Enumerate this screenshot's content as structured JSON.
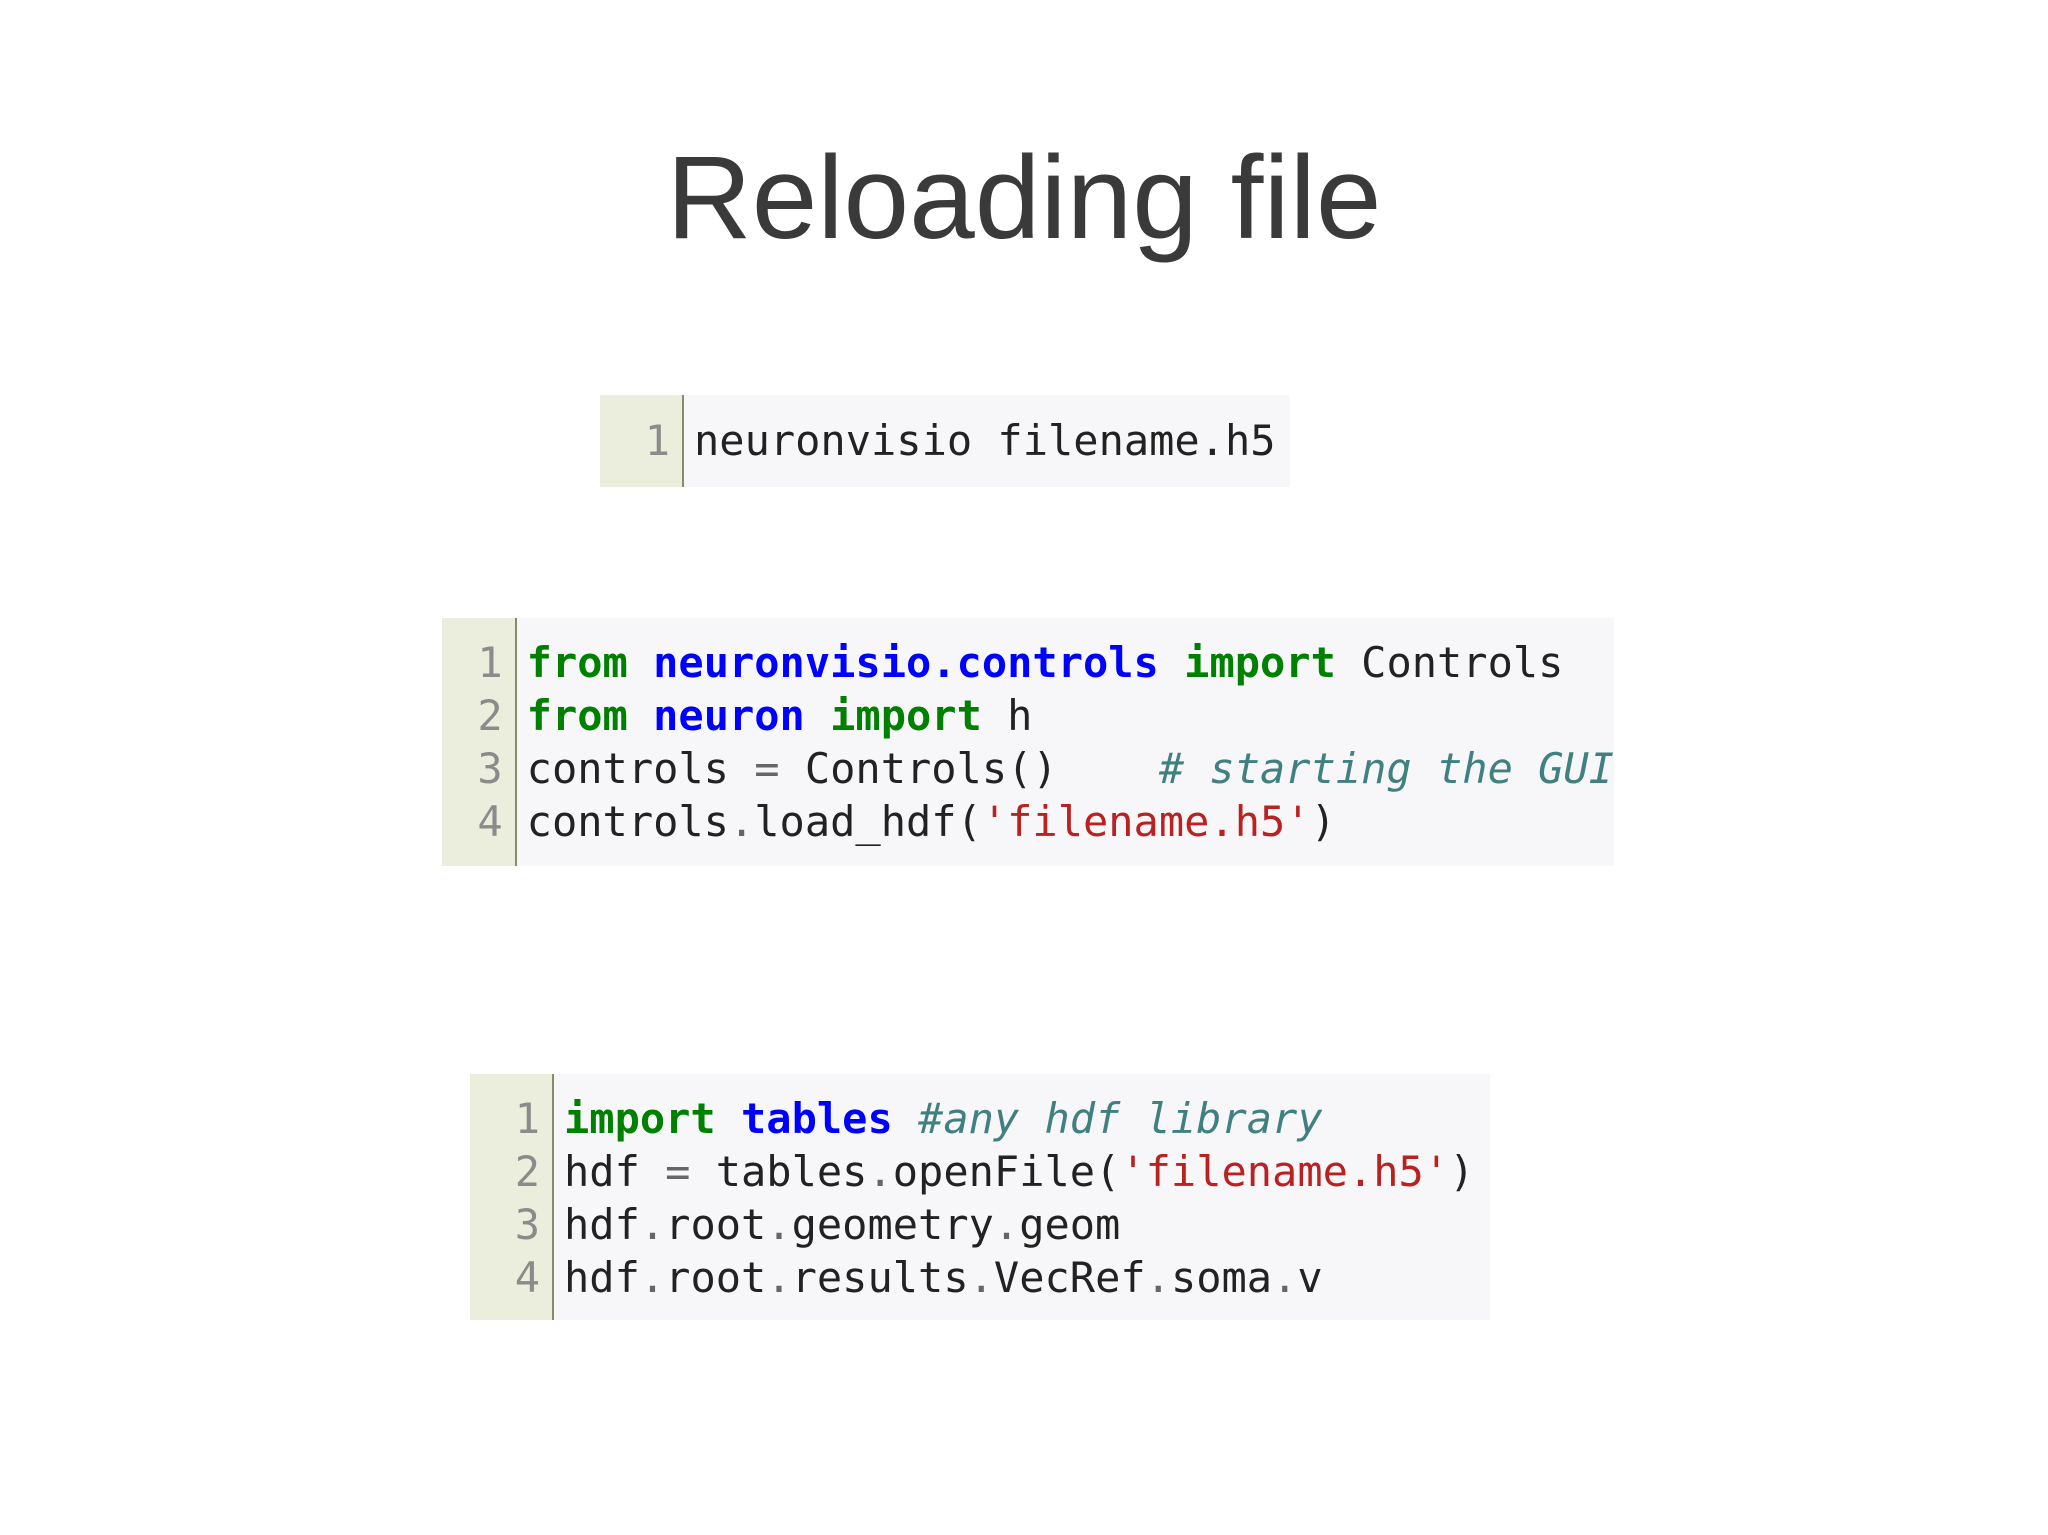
{
  "slide": {
    "title": "Reloading file"
  },
  "blocks": [
    {
      "line_numbers": [
        "1"
      ],
      "lines": [
        [
          {
            "t": "neuronvisio filename.h5",
            "c": "txt"
          }
        ]
      ]
    },
    {
      "line_numbers": [
        "1",
        "2",
        "3",
        "4"
      ],
      "lines": [
        [
          {
            "t": "from",
            "c": "kw"
          },
          {
            "t": " ",
            "c": "txt"
          },
          {
            "t": "neuronvisio.controls",
            "c": "mod"
          },
          {
            "t": " ",
            "c": "txt"
          },
          {
            "t": "import",
            "c": "kw"
          },
          {
            "t": " Controls",
            "c": "txt"
          }
        ],
        [
          {
            "t": "from",
            "c": "kw"
          },
          {
            "t": " ",
            "c": "txt"
          },
          {
            "t": "neuron",
            "c": "mod"
          },
          {
            "t": " ",
            "c": "txt"
          },
          {
            "t": "import",
            "c": "kw"
          },
          {
            "t": " h",
            "c": "txt"
          }
        ],
        [
          {
            "t": "controls ",
            "c": "txt"
          },
          {
            "t": "=",
            "c": "op"
          },
          {
            "t": " Controls()    ",
            "c": "txt"
          },
          {
            "t": "# starting the GUI",
            "c": "com"
          }
        ],
        [
          {
            "t": "controls",
            "c": "txt"
          },
          {
            "t": ".",
            "c": "op"
          },
          {
            "t": "load_hdf(",
            "c": "txt"
          },
          {
            "t": "'filename.h5'",
            "c": "str"
          },
          {
            "t": ")",
            "c": "txt"
          }
        ]
      ]
    },
    {
      "line_numbers": [
        "1",
        "2",
        "3",
        "4"
      ],
      "lines": [
        [
          {
            "t": "import",
            "c": "kw"
          },
          {
            "t": " ",
            "c": "txt"
          },
          {
            "t": "tables",
            "c": "mod"
          },
          {
            "t": " ",
            "c": "txt"
          },
          {
            "t": "#any hdf library",
            "c": "com"
          }
        ],
        [
          {
            "t": "hdf ",
            "c": "txt"
          },
          {
            "t": "=",
            "c": "op"
          },
          {
            "t": " tables",
            "c": "txt"
          },
          {
            "t": ".",
            "c": "op"
          },
          {
            "t": "openFile(",
            "c": "txt"
          },
          {
            "t": "'filename.h5'",
            "c": "str"
          },
          {
            "t": ")",
            "c": "txt"
          }
        ],
        [
          {
            "t": "hdf",
            "c": "txt"
          },
          {
            "t": ".",
            "c": "op"
          },
          {
            "t": "root",
            "c": "txt"
          },
          {
            "t": ".",
            "c": "op"
          },
          {
            "t": "geometry",
            "c": "txt"
          },
          {
            "t": ".",
            "c": "op"
          },
          {
            "t": "geom",
            "c": "txt"
          }
        ],
        [
          {
            "t": "hdf",
            "c": "txt"
          },
          {
            "t": ".",
            "c": "op"
          },
          {
            "t": "root",
            "c": "txt"
          },
          {
            "t": ".",
            "c": "op"
          },
          {
            "t": "results",
            "c": "txt"
          },
          {
            "t": ".",
            "c": "op"
          },
          {
            "t": "VecRef",
            "c": "txt"
          },
          {
            "t": ".",
            "c": "op"
          },
          {
            "t": "soma",
            "c": "txt"
          },
          {
            "t": ".",
            "c": "op"
          },
          {
            "t": "v",
            "c": "txt"
          }
        ]
      ]
    }
  ],
  "colors": {
    "keyword": "#008000",
    "module": "#0000ff",
    "string": "#ba2121",
    "comment": "#408080",
    "gutter_bg": "#ebeedd",
    "code_bg": "#f7f7f9"
  }
}
